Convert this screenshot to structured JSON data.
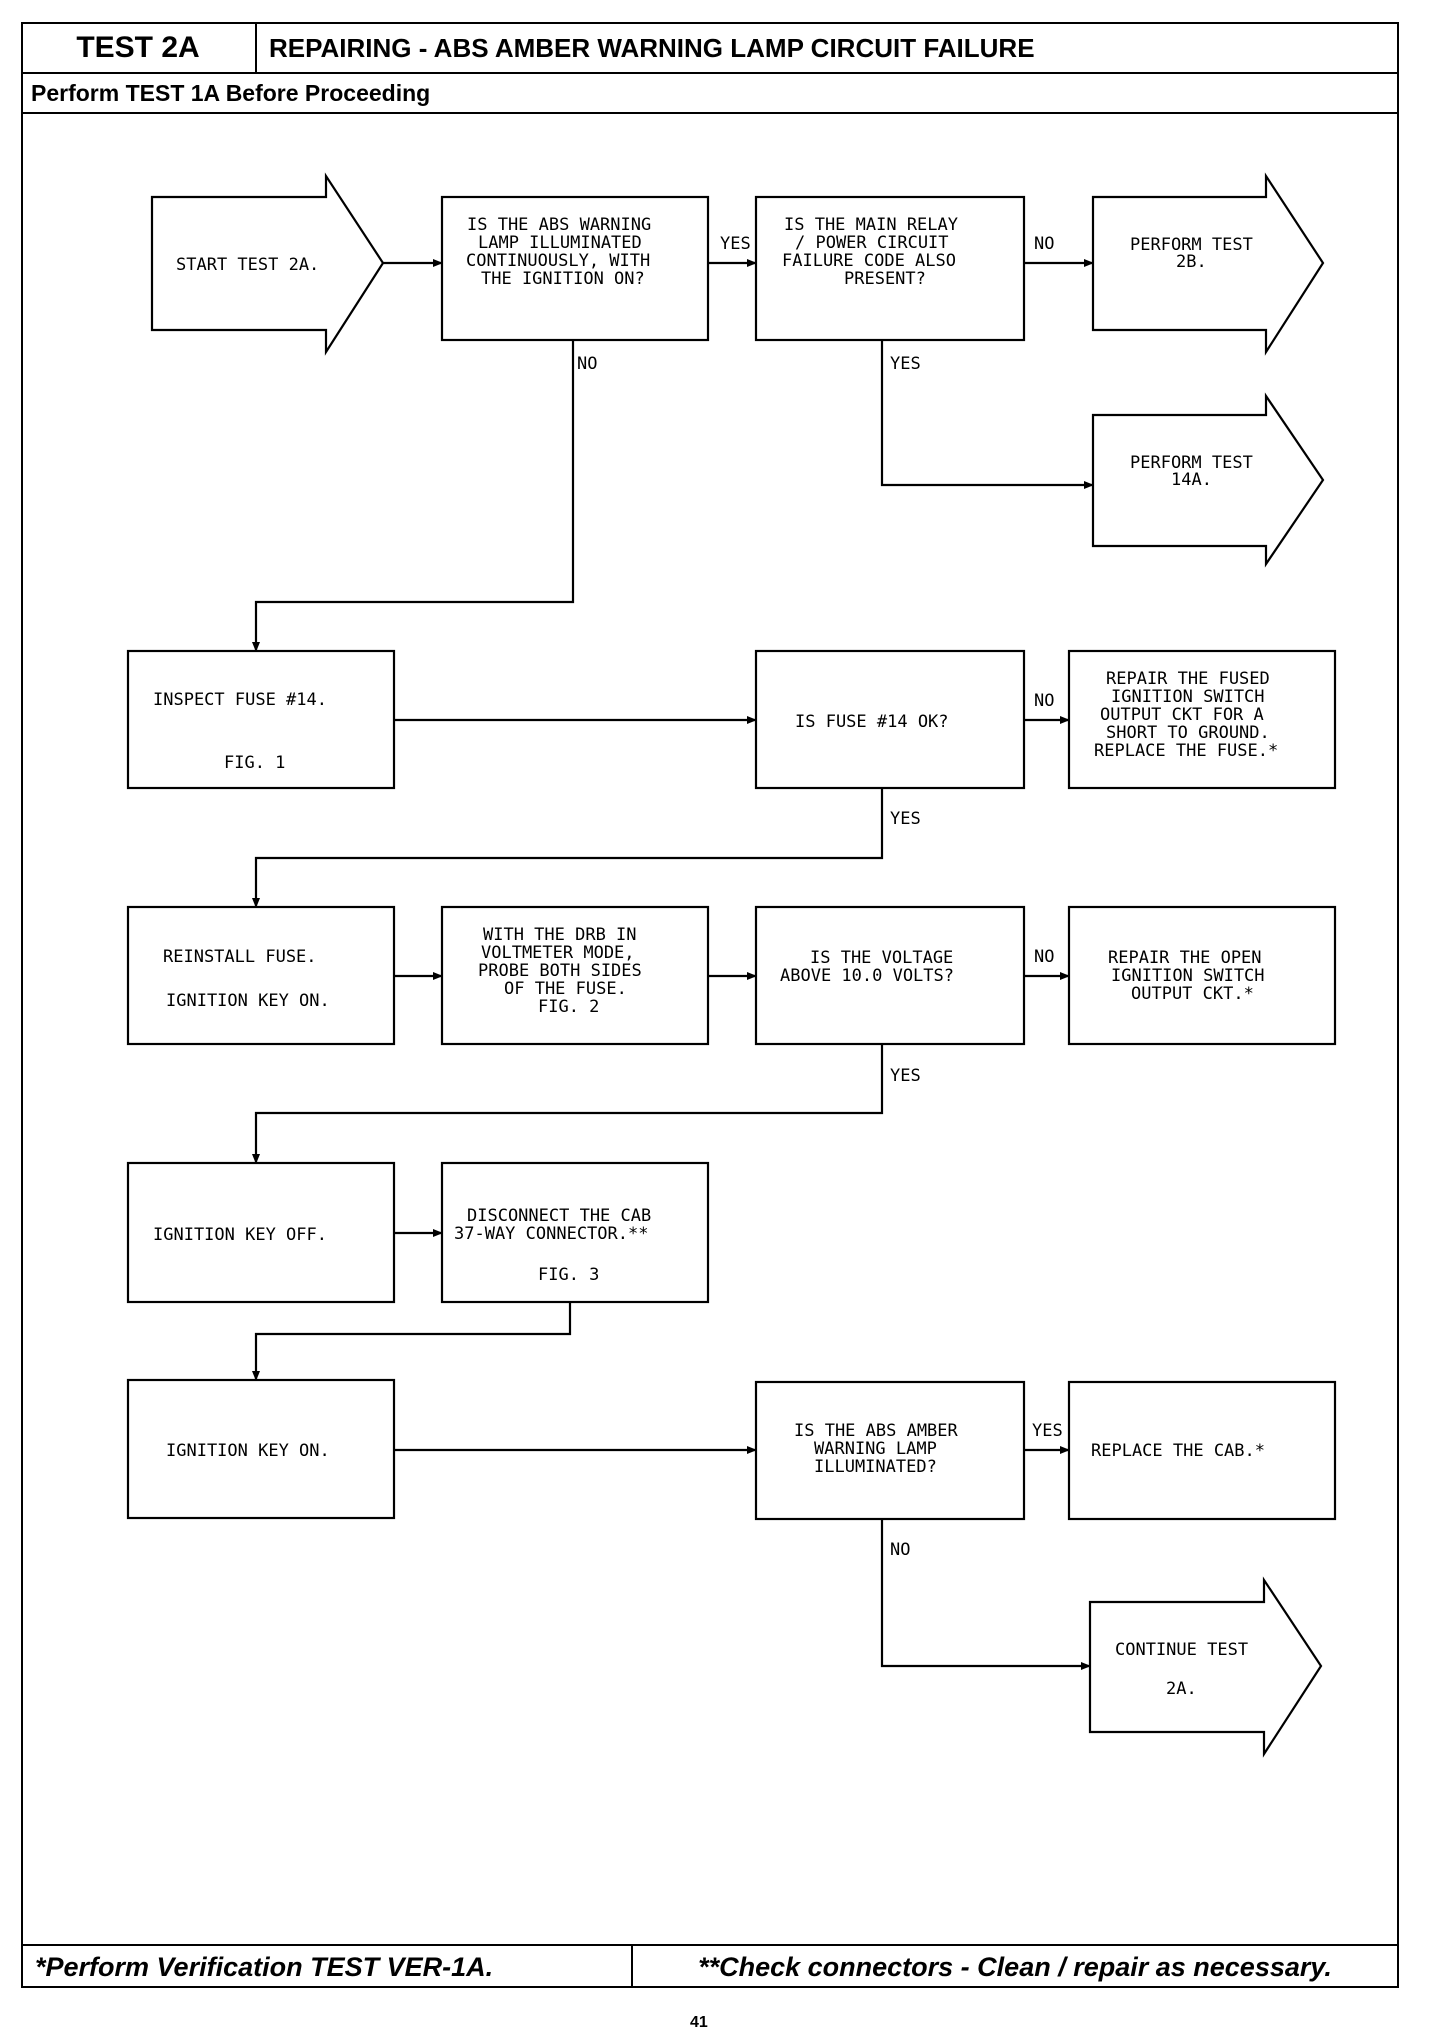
{
  "header": {
    "test_id": "TEST 2A",
    "title": "REPAIRING - ABS AMBER WARNING LAMP CIRCUIT FAILURE",
    "prerequisite": "Perform TEST 1A Before Proceeding"
  },
  "nodes": {
    "start": [
      "START TEST 2A."
    ],
    "q_lamp_on": [
      "IS THE ABS WARNING",
      "LAMP ILLUMINATED",
      "CONTINUOUSLY, WITH",
      "THE IGNITION ON?"
    ],
    "q_main_relay": [
      "IS THE MAIN RELAY",
      "/ POWER CIRCUIT",
      "FAILURE CODE ALSO",
      "PRESENT?"
    ],
    "perform_2b": [
      "PERFORM TEST",
      "2B."
    ],
    "perform_14a": [
      "PERFORM TEST",
      "14A."
    ],
    "inspect_fuse": [
      "INSPECT FUSE #14.",
      "FIG. 1"
    ],
    "q_fuse_ok": [
      "IS FUSE #14 OK?"
    ],
    "repair_fused": [
      "REPAIR THE FUSED",
      "IGNITION SWITCH",
      "OUTPUT CKT FOR A",
      "SHORT TO GROUND.",
      "REPLACE THE FUSE.*"
    ],
    "reinstall_fuse": [
      "REINSTALL FUSE.",
      "IGNITION KEY ON."
    ],
    "drb_probe": [
      "WITH THE DRB IN",
      "VOLTMETER MODE,",
      "PROBE BOTH SIDES",
      "OF THE FUSE.",
      "FIG. 2"
    ],
    "q_voltage": [
      "IS THE VOLTAGE",
      "ABOVE 10.0 VOLTS?"
    ],
    "repair_open": [
      "REPAIR THE OPEN",
      "IGNITION SWITCH",
      "OUTPUT CKT.*"
    ],
    "key_off": [
      "IGNITION KEY OFF."
    ],
    "disconnect_cab": [
      "DISCONNECT THE CAB",
      "37-WAY CONNECTOR.**",
      "FIG. 3"
    ],
    "key_on": [
      "IGNITION KEY ON."
    ],
    "q_amber_lamp": [
      "IS THE ABS AMBER",
      "WARNING LAMP",
      "ILLUMINATED?"
    ],
    "replace_cab": [
      "REPLACE THE CAB.*"
    ],
    "continue_2a": [
      "CONTINUE TEST",
      "2A."
    ]
  },
  "edge_labels": {
    "lamp_yes": "YES",
    "lamp_no": "NO",
    "relay_no": "NO",
    "relay_yes": "YES",
    "fuse_no": "NO",
    "fuse_yes": "YES",
    "volt_no": "NO",
    "volt_yes": "YES",
    "amber_yes": "YES",
    "amber_no": "NO"
  },
  "footer": {
    "left": "*Perform Verification TEST VER-1A.",
    "right": "**Check connectors - Clean / repair as necessary."
  },
  "page_number": "41"
}
